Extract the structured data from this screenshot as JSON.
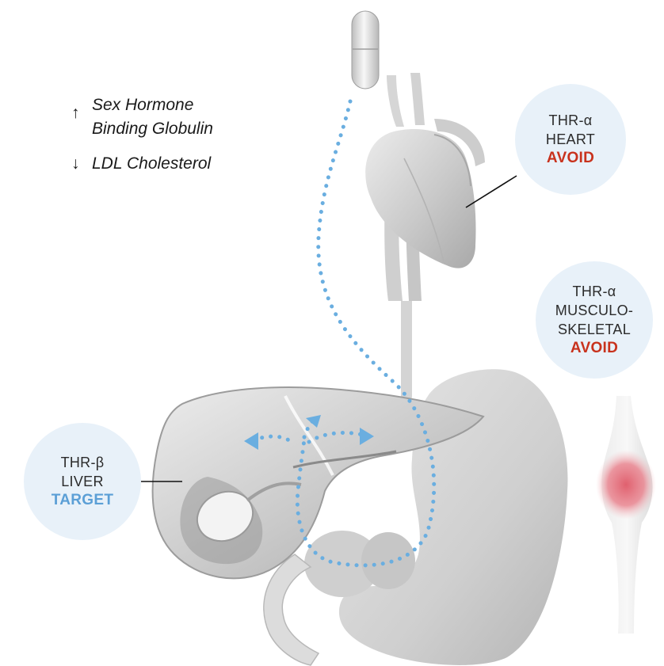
{
  "effects": [
    {
      "direction": "up",
      "arrow": "↑",
      "lines": [
        "Sex Hormone",
        "Binding Globulin"
      ]
    },
    {
      "direction": "down",
      "arrow": "↓",
      "lines": [
        "LDL Cholesterol"
      ]
    }
  ],
  "labels": {
    "heart": {
      "receptor": "THR-α",
      "organ": "HEART",
      "status": "AVOID"
    },
    "musculoskeletal": {
      "receptor": "THR-α",
      "organ_lines": [
        "MUSCULO-",
        "SKELETAL"
      ],
      "status": "AVOID"
    },
    "liver": {
      "receptor": "THR-β",
      "organ": "LIVER",
      "status": "TARGET"
    }
  },
  "colors": {
    "avoid": "#c8321d",
    "target": "#5b9fd6",
    "path_dots": "#6aaee0",
    "bubble": "#e8f1f9",
    "organ_gray": "#c9c9c9",
    "inflammation": "#e0606e"
  },
  "icons": [
    "capsule-icon",
    "heart-icon",
    "stomach-icon",
    "liver-icon",
    "gallbladder-icon",
    "knee-joint-icon"
  ]
}
